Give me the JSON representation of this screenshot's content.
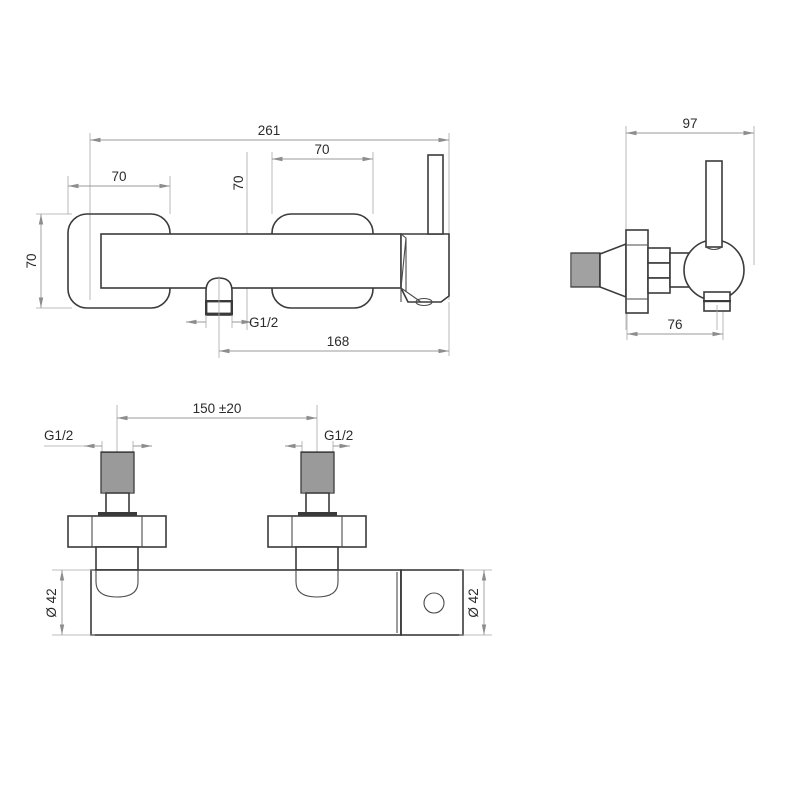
{
  "drawing": {
    "title": "Shower mixer tap technical drawing",
    "units": "mm",
    "line_color": "#3b3b3b",
    "dimension_color": "#9a9a9a",
    "text_color": "#2b2b2b",
    "background": "#ffffff"
  },
  "views": {
    "front": {
      "name": "front-elevation",
      "dimensions": {
        "overall_length": "261",
        "left_handle_width": "70",
        "right_handle_width": "70",
        "body_height": "70",
        "handle_height": "70",
        "outlet_to_right_end": "168",
        "outlet_thread": "G1/2"
      }
    },
    "side": {
      "name": "side-elevation",
      "dimensions": {
        "overall_depth": "97",
        "body_depth": "76"
      }
    },
    "bottom": {
      "name": "bottom-plan-view",
      "dimensions": {
        "inlet_centres": "150  ±20",
        "left_inlet_thread": "G1/2",
        "right_inlet_thread": "G1/2",
        "body_diameter_left": "Ø 42",
        "body_diameter_right": "Ø 42"
      }
    }
  },
  "labels": {
    "d261": "261",
    "d70_a": "70",
    "d70_b": "70",
    "d70_v_left": "70",
    "d70_v_mid": "70",
    "d168": "168",
    "g12_front": "G1/2",
    "d97": "97",
    "d76": "76",
    "d150": "150  ±20",
    "g12_left": "G1/2",
    "g12_right": "G1/2",
    "dia42_left": "Ø 42",
    "dia42_right": "Ø 42"
  }
}
